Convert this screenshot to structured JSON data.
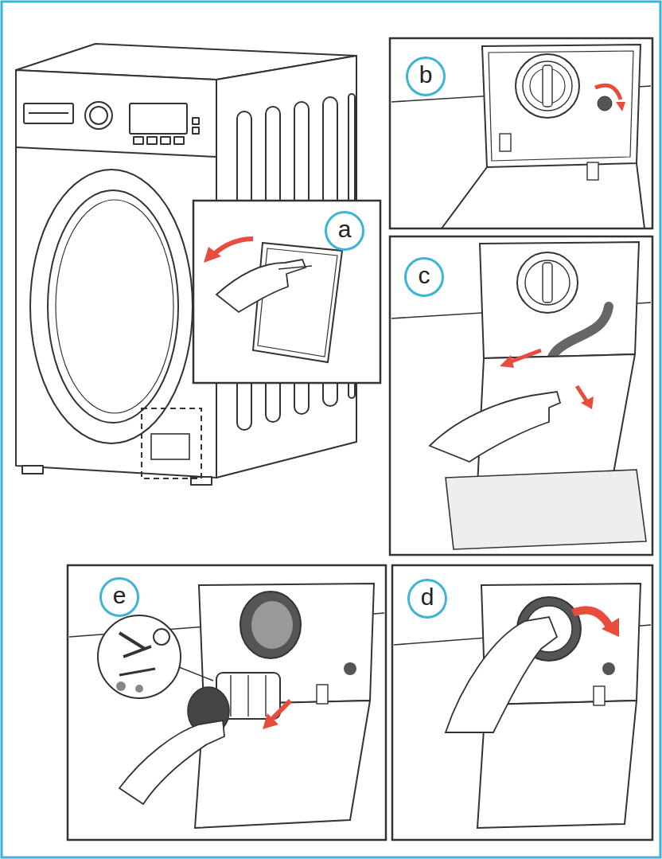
{
  "diagram": {
    "nodes": [
      {
        "text": [
          "a"
        ]
      },
      {
        "text": [
          "b"
        ]
      },
      {
        "text": [
          "c"
        ]
      },
      {
        "text": [
          "d"
        ]
      },
      {
        "text": [
          "e"
        ]
      }
    ]
  }
}
